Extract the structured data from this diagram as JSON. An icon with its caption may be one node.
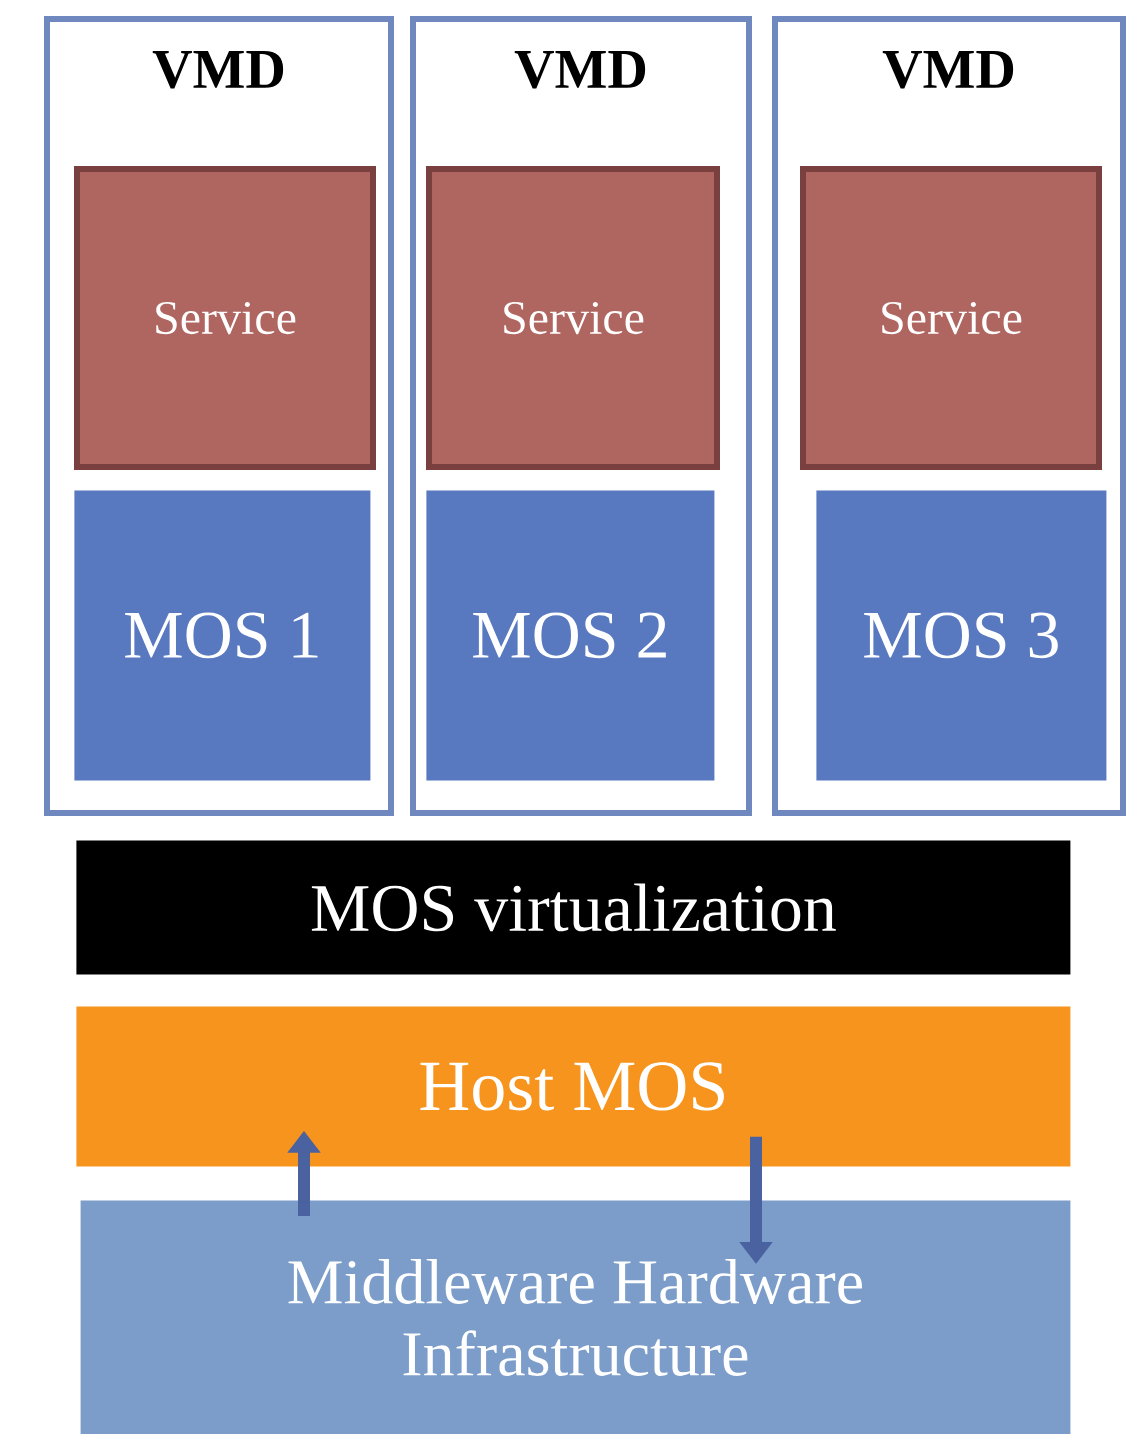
{
  "diagram": {
    "nodes": [
      {
        "text": [
          "VMD"
        ]
      },
      {
        "text": [
          "Service"
        ],
        "in": 0
      },
      {
        "text": [
          "MOS 1"
        ],
        "in": 0
      },
      {
        "text": [
          "VMD"
        ]
      },
      {
        "text": [
          "Service"
        ],
        "in": 3
      },
      {
        "text": [
          "MOS 2"
        ],
        "in": 3
      },
      {
        "text": [
          "VMD"
        ]
      },
      {
        "text": [
          "Service"
        ],
        "in": 6
      },
      {
        "text": [
          "MOS 3"
        ],
        "in": 6
      },
      {
        "text": [
          "MOS virtualization"
        ]
      },
      {
        "text": [
          "Host MOS"
        ]
      },
      {
        "text": [
          "Middleware Hardware Infrastructure"
        ]
      }
    ],
    "edges": [
      {
        "from": 11,
        "to": 10,
        "arrow": "to"
      },
      {
        "from": 10,
        "to": 11,
        "arrow": "to"
      }
    ]
  }
}
